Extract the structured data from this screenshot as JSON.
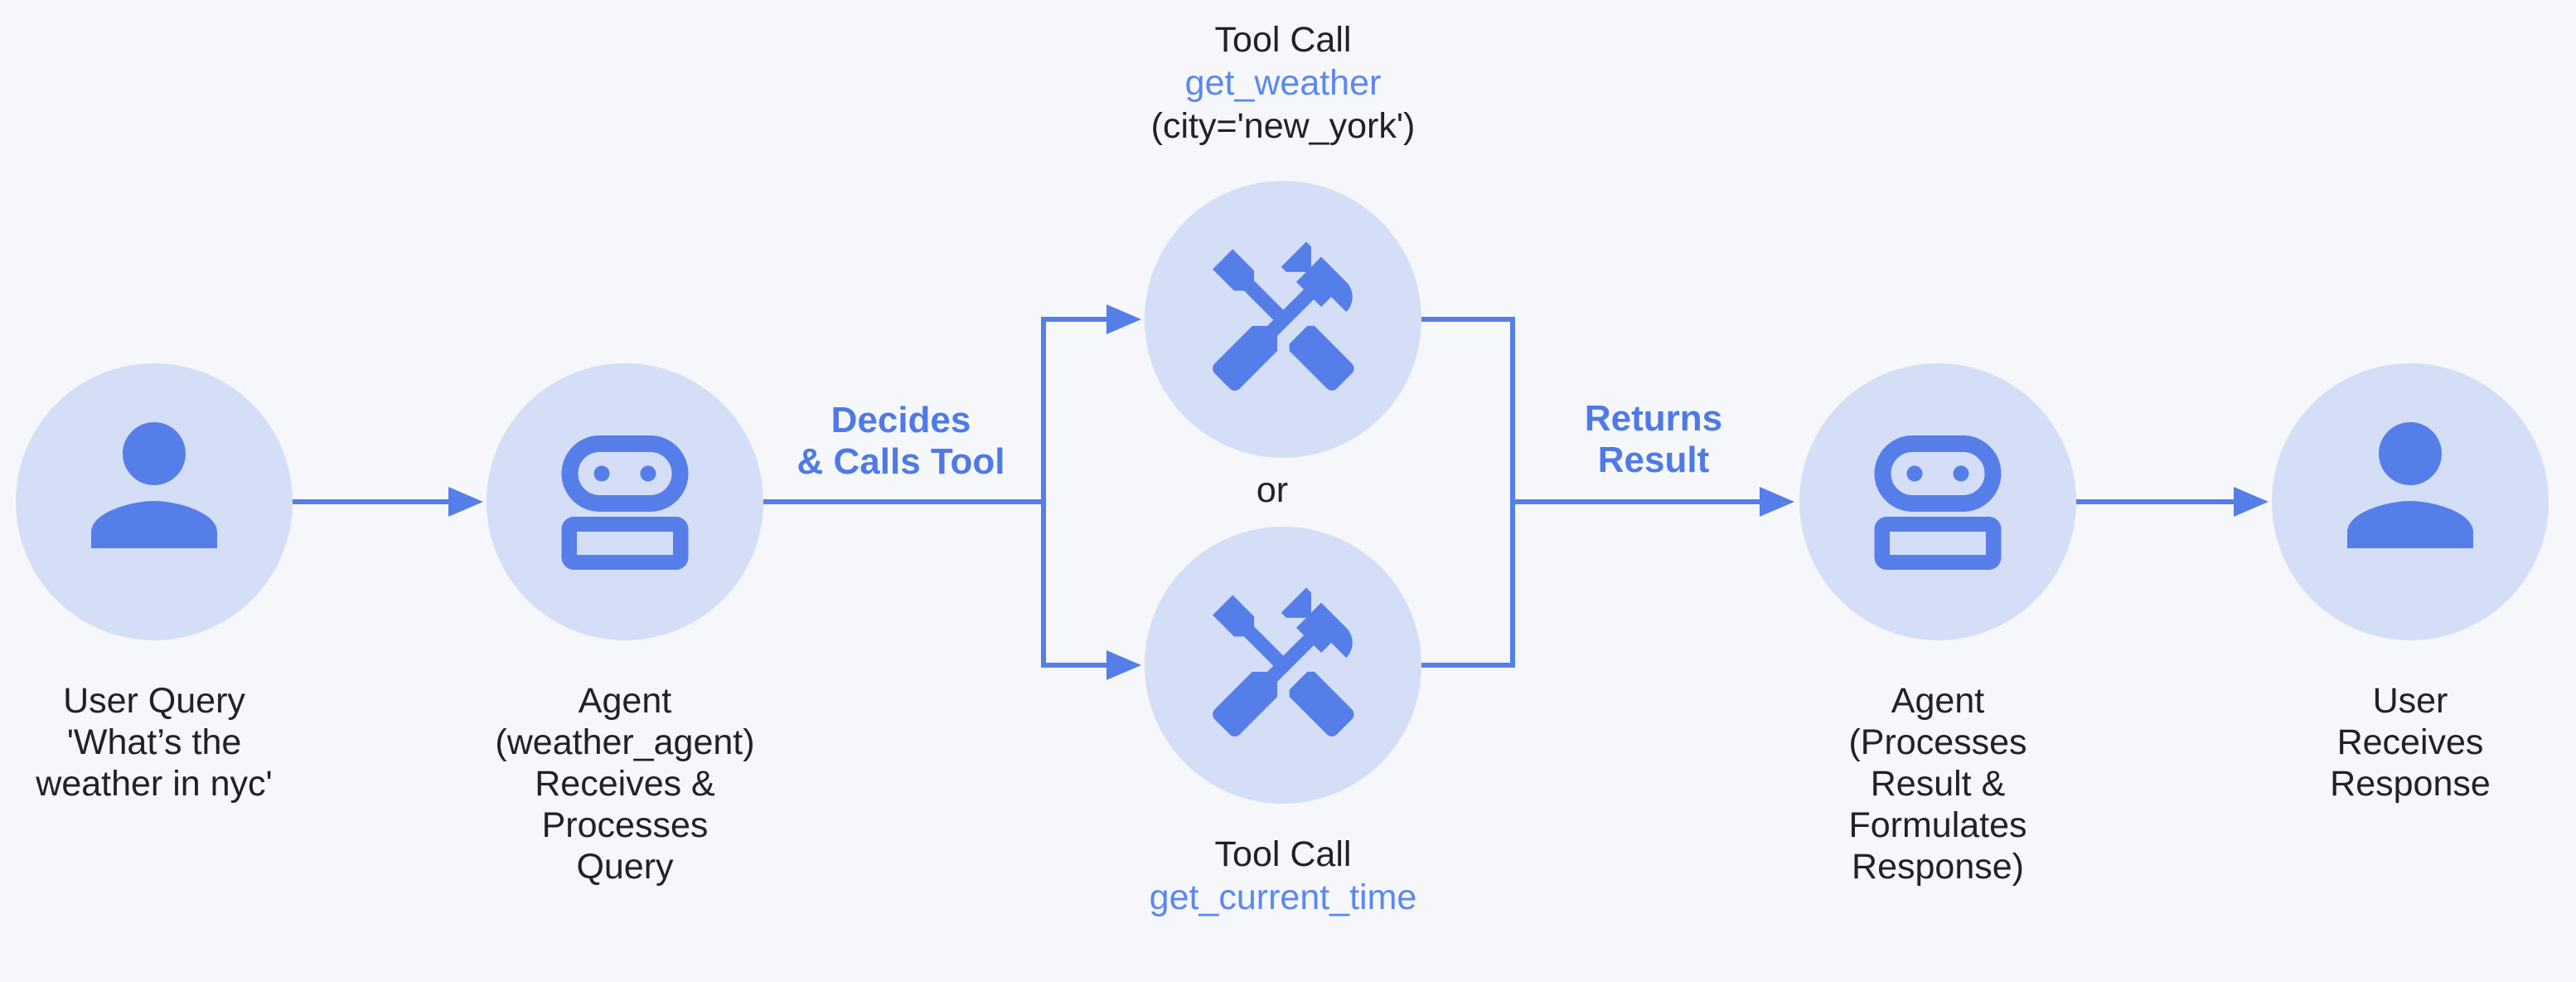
{
  "colors": {
    "background": "#f5f7fa",
    "node_fill": "#d4def7",
    "accent": "#567ee9",
    "accent_text": "#4f7ae6",
    "tool_name": "#5b87f2",
    "text_dark": "#202227"
  },
  "nodes": {
    "user_query": {
      "icon": "person-icon",
      "label": "User Query\n'What’s the\nweather in nyc'"
    },
    "agent_receive": {
      "icon": "robot-icon",
      "label": "Agent\n(weather_agent)\nReceives &\nProcesses\nQuery"
    },
    "tool_top": {
      "icon": "handyman-icon",
      "title": "Tool Call",
      "name": "get_weather",
      "args": "(city='new_york')"
    },
    "tool_bottom": {
      "icon": "handyman-icon",
      "title": "Tool Call",
      "name": "get_current_time"
    },
    "agent_respond": {
      "icon": "robot-icon",
      "label": "Agent\n(Processes\nResult &\nFormulates\nResponse)"
    },
    "user_response": {
      "icon": "person-icon",
      "label": "User Receives\nResponse"
    }
  },
  "edges": {
    "decides_label": "Decides\n& Calls Tool",
    "returns_label": "Returns\nResult",
    "or_label": "or"
  }
}
